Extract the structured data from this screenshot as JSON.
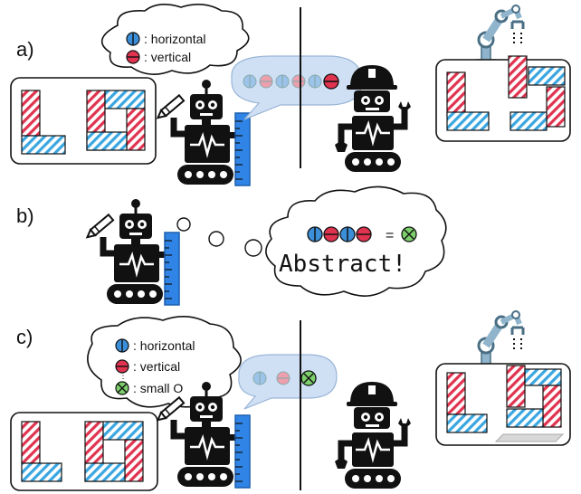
{
  "colors": {
    "horizontal_blue": "#3b8fd9",
    "vertical_red": "#e0334f",
    "small_o_green": "#7ccf6b",
    "ruler_blue": "#2f84e6",
    "bubble_blue": "#cfe0f5",
    "robot_black": "#111111",
    "arm_blue": "#8fb4cc"
  },
  "panels": {
    "a": {
      "label": "a)",
      "legend": [
        {
          "symbol": "horizontal",
          "text": ": horizontal"
        },
        {
          "symbol": "vertical",
          "text": ": vertical"
        }
      ],
      "message_sequence": [
        "horizontal-faded",
        "vertical-faded",
        "horizontal-faded",
        "vertical-faded",
        "horizontal-faded",
        "vertical"
      ]
    },
    "b": {
      "label": "b)",
      "equation": [
        "horizontal",
        "vertical",
        "horizontal",
        "vertical",
        "small_o"
      ],
      "equals": "=",
      "thought_text": "Abstract!"
    },
    "c": {
      "label": "c)",
      "legend": [
        {
          "symbol": "horizontal",
          "text": ": horizontal"
        },
        {
          "symbol": "vertical",
          "text": ": vertical"
        },
        {
          "symbol": "small_o",
          "text": ": small O"
        }
      ],
      "message_sequence": [
        "horizontal-faded",
        "vertical-faded",
        "small_o"
      ]
    }
  }
}
